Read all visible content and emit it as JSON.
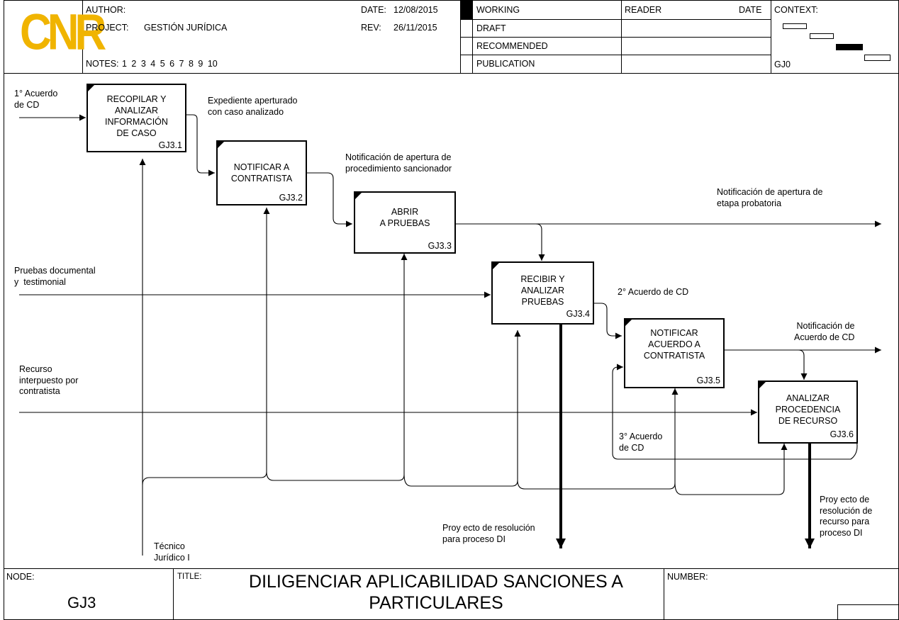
{
  "header": {
    "logo_text": "CNR",
    "author_label": "AUTHOR:",
    "author_value": "",
    "project_label": "PROJECT:",
    "project_value": "GESTIÓN JURÍDICA",
    "notes_label": "NOTES:",
    "notes_value": "1 2 3 4 5 6 7 8 9 10",
    "date_label": "DATE:",
    "date_value": "12/08/2015",
    "rev_label": "REV:",
    "rev_value": "26/11/2015",
    "status_working": "WORKING",
    "status_draft": "DRAFT",
    "status_recommended": "RECOMMENDED",
    "status_publication": "PUBLICATION",
    "reader_label": "READER",
    "reader_date_label": "DATE",
    "context_label": "CONTEXT:",
    "context_node": "GJ0"
  },
  "boxes": [
    {
      "name": "RECOPILAR Y\nANALIZAR\nINFORMACIÓN\nDE CASO",
      "node": "GJ3.1"
    },
    {
      "name": "NOTIFICAR A\nCONTRATISTA",
      "node": "GJ3.2"
    },
    {
      "name": "ABRIR\nA PRUEBAS",
      "node": "GJ3.3"
    },
    {
      "name": "RECIBIR Y\nANALIZAR\nPRUEBAS",
      "node": "GJ3.4"
    },
    {
      "name": "NOTIFICAR\nACUERDO A\nCONTRATISTA",
      "node": "GJ3.5"
    },
    {
      "name": "ANALIZAR\nPROCEDENCIA\nDE RECURSO",
      "node": "GJ3.6"
    }
  ],
  "arrow_labels": {
    "acuerdo1": "1° Acuerdo\nde CD",
    "expediente": "Expediente aperturado\ncon caso analizado",
    "notif_proc": "Notificación de apertura de\nprocedimiento sancionador",
    "notif_etapa": "Notificación de apertura de\netapa probatoria",
    "pruebas": "Pruebas documental\ny  testimonial",
    "acuerdo2": "2° Acuerdo de CD",
    "notif_acuerdo": "Notificación de\nAcuerdo de CD",
    "recurso": "Recurso\ninterpuesto por\ncontratista",
    "acuerdo3": "3° Acuerdo\nde CD",
    "proy_res": "Proy ecto de resolución\npara proceso DI",
    "proy_rec": "Proy ecto de\nresolución de\nrecurso para\nproceso DI",
    "tecnico": "Técnico\nJurídico I"
  },
  "footer": {
    "node_label": "NODE:",
    "node_value": "GJ3",
    "title_label": "TITLE:",
    "title_value": "DILIGENCIAR APLICABILIDAD SANCIONES A\nPARTICULARES",
    "number_label": "NUMBER:"
  }
}
